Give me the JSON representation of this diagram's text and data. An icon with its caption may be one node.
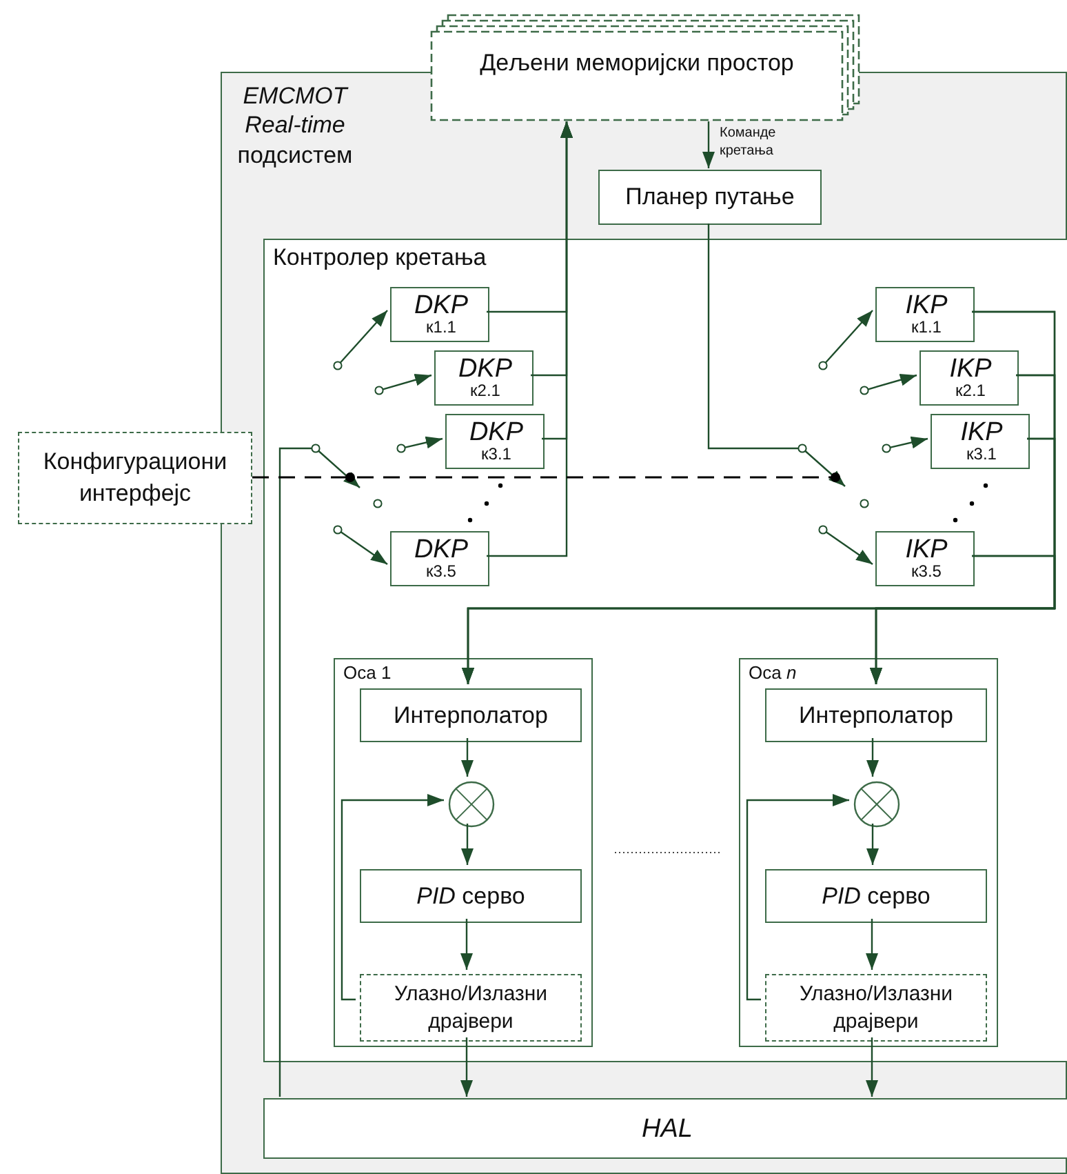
{
  "diagram": {
    "nodes": [
      {
        "text": [
          "*EMCMOT* *Real-time* подсистем"
        ]
      },
      {
        "text": [
          "Дељени меморијски простор"
        ]
      },
      {
        "text": [
          "Планер путање"
        ],
        "in": 0
      },
      {
        "text": [
          "Контролер кретања"
        ],
        "in": 0
      },
      {
        "text": [
          "DKP",
          "к1.1"
        ],
        "in": 3
      },
      {
        "text": [
          "DKP",
          "к2.1"
        ],
        "in": 3
      },
      {
        "text": [
          "DKP",
          "к3.1"
        ],
        "in": 3
      },
      {
        "text": [
          "DKP",
          "к3.5"
        ],
        "in": 3
      },
      {
        "text": [
          "IKP",
          "к1.1"
        ],
        "in": 3
      },
      {
        "text": [
          "IKP",
          "к2.1"
        ],
        "in": 3
      },
      {
        "text": [
          "IKP",
          "к3.1"
        ],
        "in": 3
      },
      {
        "text": [
          "IKP",
          "к3.5"
        ],
        "in": 3
      },
      {
        "text": [
          "Конфигурациони интерфејс"
        ]
      },
      {
        "text": [
          "Оса 1"
        ],
        "in": 3
      },
      {
        "text": [
          "Интерполатор"
        ],
        "in": 13
      },
      {
        "text": [],
        "shape": "circle",
        "in": 13
      },
      {
        "text": [
          "*PID* серво"
        ],
        "in": 13
      },
      {
        "text": [
          "Улазно/Излазни драјвери"
        ],
        "in": 13
      },
      {
        "text": [
          "Оса *n*"
        ],
        "in": 3
      },
      {
        "text": [
          "Интерполатор"
        ],
        "in": 18
      },
      {
        "text": [],
        "shape": "circle",
        "in": 18
      },
      {
        "text": [
          "*PID* серво"
        ],
        "in": 18
      },
      {
        "text": [
          "Улазно/Излазни драјвери"
        ],
        "in": 18
      },
      {
        "text": [
          "HAL"
        ],
        "in": 0
      }
    ],
    "edges": [
      {
        "from": 1,
        "to": 2,
        "arrow": "to",
        "label": "Команде кретања"
      },
      {
        "from": 4,
        "to": 1,
        "arrow": "to"
      },
      {
        "from": 5,
        "to": 1,
        "arrow": "to"
      },
      {
        "from": 6,
        "to": 1,
        "arrow": "to"
      },
      {
        "from": 7,
        "to": 1,
        "arrow": "to"
      },
      {
        "from": 8,
        "to": 14,
        "arrow": "to"
      },
      {
        "from": 9,
        "to": 14,
        "arrow": "to"
      },
      {
        "from": 10,
        "to": 14,
        "arrow": "to"
      },
      {
        "from": 11,
        "to": 14,
        "arrow": "to"
      },
      {
        "from": 8,
        "to": 19,
        "arrow": "to"
      },
      {
        "from": 9,
        "to": 19,
        "arrow": "to"
      },
      {
        "from": 10,
        "to": 19,
        "arrow": "to"
      },
      {
        "from": 11,
        "to": 19,
        "arrow": "to"
      },
      {
        "from": 2,
        "to": null,
        "arrow": "to"
      },
      {
        "from": 23,
        "to": null,
        "arrow": "to"
      },
      {
        "from": null,
        "to": 4,
        "arrow": "to"
      },
      {
        "from": null,
        "to": 5,
        "arrow": "to"
      },
      {
        "from": null,
        "to": 6,
        "arrow": "to"
      },
      {
        "from": null,
        "to": 7,
        "arrow": "to"
      },
      {
        "from": null,
        "to": 8,
        "arrow": "to"
      },
      {
        "from": null,
        "to": 9,
        "arrow": "to"
      },
      {
        "from": null,
        "to": 10,
        "arrow": "to"
      },
      {
        "from": null,
        "to": 11,
        "arrow": "to"
      },
      {
        "from": 12,
        "to": null,
        "arrow": "other",
        "style": "dashed",
        "color": "#000000"
      },
      {
        "from": 14,
        "to": 15,
        "arrow": "to"
      },
      {
        "from": 15,
        "to": 16,
        "arrow": "to"
      },
      {
        "from": 16,
        "to": 17,
        "arrow": "to"
      },
      {
        "from": 17,
        "to": 15,
        "arrow": "to"
      },
      {
        "from": 17,
        "to": 23,
        "arrow": "to"
      },
      {
        "from": 19,
        "to": 20,
        "arrow": "to"
      },
      {
        "from": 20,
        "to": 21,
        "arrow": "to"
      },
      {
        "from": 21,
        "to": 22,
        "arrow": "to"
      },
      {
        "from": 22,
        "to": 20,
        "arrow": "to"
      },
      {
        "from": 22,
        "to": 23,
        "arrow": "to"
      }
    ]
  }
}
